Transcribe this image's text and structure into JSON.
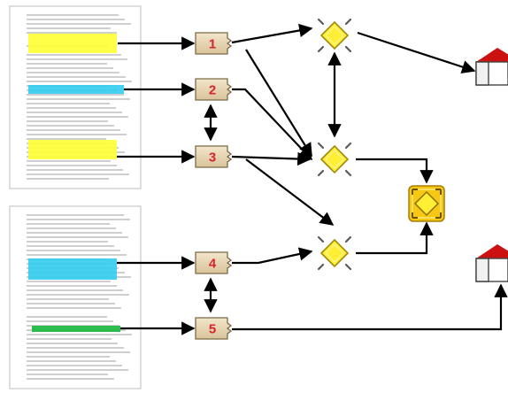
{
  "diagram": {
    "documents": [
      {
        "id": "doc-1",
        "highlights": [
          "yellow",
          "blue",
          "yellow"
        ]
      },
      {
        "id": "doc-2",
        "highlights": [
          "blue",
          "green"
        ]
      }
    ],
    "tags": [
      {
        "id": "tag-1",
        "label": "1"
      },
      {
        "id": "tag-2",
        "label": "2"
      },
      {
        "id": "tag-3",
        "label": "3"
      },
      {
        "id": "tag-4",
        "label": "4"
      },
      {
        "id": "tag-5",
        "label": "5"
      }
    ],
    "colors": {
      "highlight_yellow": "#ffff33",
      "highlight_blue": "#33ccee",
      "highlight_green": "#22bb44",
      "tag_fill": "#ead9b8",
      "tag_number": "#d8242a",
      "diamond_fill": "#ffee33",
      "diamond_stroke": "#a08a10",
      "merge_box": "#f6c812",
      "house_roof": "#cc1111",
      "arrow": "#000000"
    },
    "icons": [
      "document-icon",
      "tag-icon",
      "diamond-node-icon",
      "merge-node-icon",
      "house-icon"
    ]
  }
}
